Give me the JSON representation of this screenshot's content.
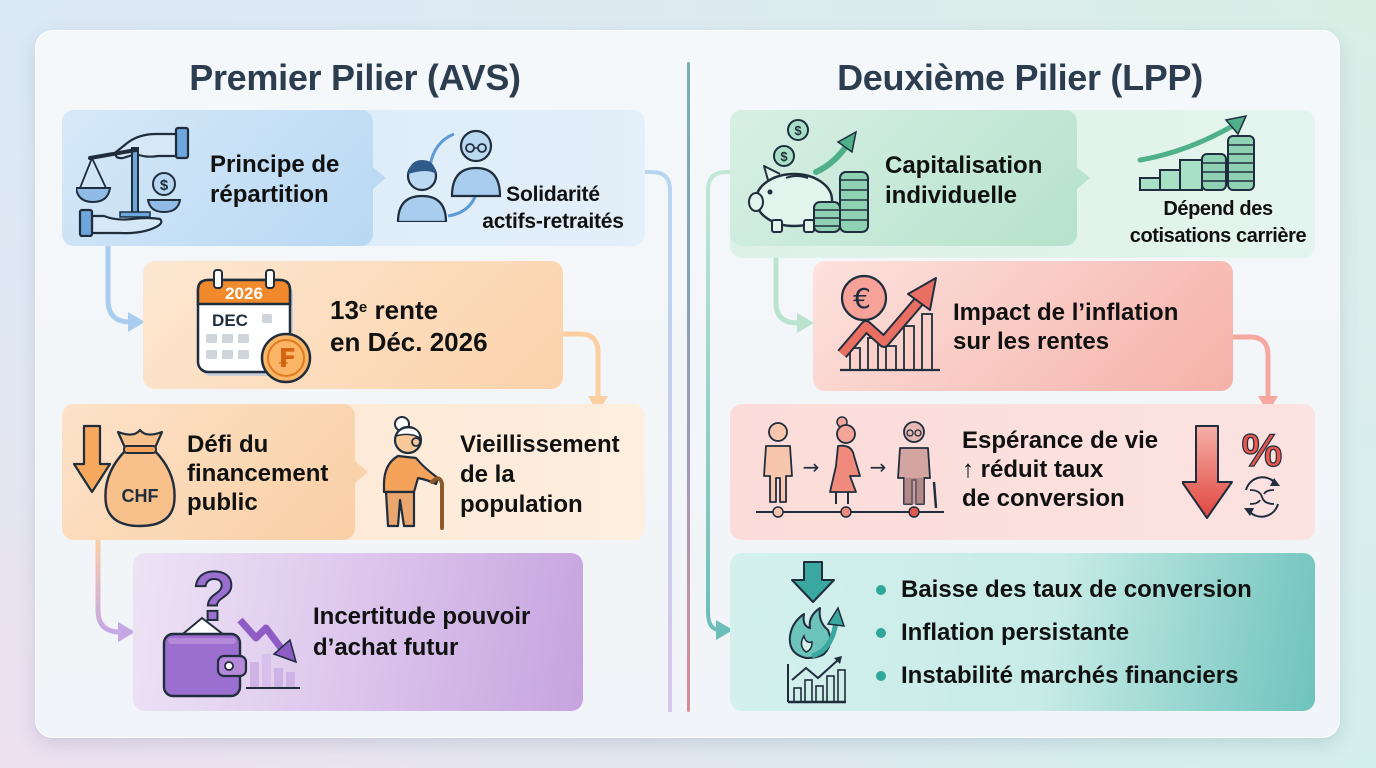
{
  "left_pillar": {
    "title": "Premier Pilier (AVS)",
    "principle": {
      "icon": "scales-hands-icon",
      "lines": [
        "Principe de",
        "répartition"
      ],
      "coin_symbol": "$"
    },
    "solidarity": {
      "icon": "people-cycle-icon",
      "lines": [
        "Solidarité",
        "actifs-retraités"
      ]
    },
    "thirteenth_pension": {
      "icon": "calendar-coin-icon",
      "number": "13",
      "superscript": "e",
      "rest": " rente",
      "line2": "en Déc. 2026",
      "calendar_year": "2026",
      "calendar_month": "DEC",
      "coin_symbol": "₣"
    },
    "funding_challenge": {
      "icon": "money-bag-down-icon",
      "lines": [
        "Défi du",
        "financement",
        "public"
      ],
      "bag_label": "CHF"
    },
    "aging": {
      "icon": "elderly-person-cane-icon",
      "lines": [
        "Vieillissement",
        "de la",
        "population"
      ]
    },
    "purchasing_power": {
      "icon": "wallet-decline-icon",
      "lines": [
        "Incertitude pouvoir",
        "d’achat futur"
      ],
      "question_mark": "?"
    }
  },
  "right_pillar": {
    "title": "Deuxième Pilier (LPP)",
    "capitalization": {
      "icon": "piggy-bank-coins-icon",
      "lines": [
        "Capitalisation",
        "individuelle"
      ],
      "coin_symbol": "$"
    },
    "career_contributions": {
      "icon": "growth-stairs-coins-icon",
      "lines": [
        "Dépend des",
        "cotisations carrière"
      ]
    },
    "inflation_impact": {
      "icon": "inflation-chart-icon",
      "lines": [
        "Impact de l’inflation",
        "sur les rentes"
      ],
      "coin_symbol": "€"
    },
    "life_expectancy": {
      "icon": "aging-timeline-icon",
      "lines": [
        "Espérance de vie",
        "↑ réduit taux",
        "de conversion"
      ],
      "timeline_arrow": "→",
      "percent_symbol": "%"
    },
    "risks": {
      "icons": [
        "down-arrow-icon",
        "flame-arrow-icon",
        "market-chart-icon"
      ],
      "items": [
        "Baisse des taux de conversion",
        "Inflation persistante",
        "Instabilité marchés financiers"
      ]
    }
  },
  "colors": {
    "avs_blue": "#b9d9f4",
    "avs_orange": "#fbd3ad",
    "avs_purple": "#c9a8e0",
    "lpp_green": "#b8e3cf",
    "lpp_red": "#f6b4ac",
    "lpp_teal": "#6ec3bd",
    "title_text": "#2c3d50"
  }
}
